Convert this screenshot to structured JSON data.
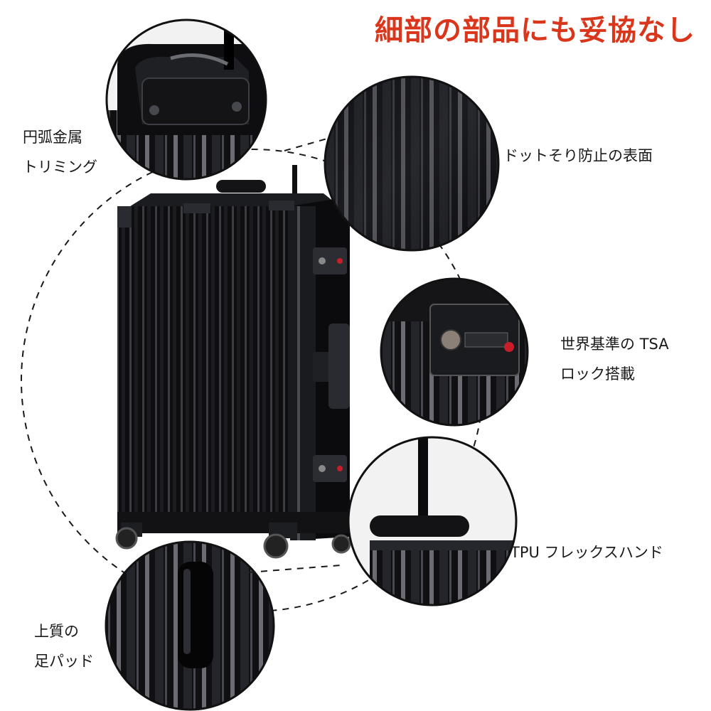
{
  "headline": "細部の部品にも妥協なし",
  "colors": {
    "headline": "#d9361b",
    "suitcase_body": "#0d0d0f",
    "suitcase_rib": "#2b2c30",
    "highlight": "#5a5c62",
    "dashed_guide": "#1a1a1a",
    "lock_red": "#c81e2a"
  },
  "callouts": {
    "corner": {
      "line1": "円弧金属",
      "line2": "トリミング",
      "icon": "metal-corner-closeup"
    },
    "surface": {
      "line1": "ドットそり防止の表面",
      "icon": "ribbed-surface-closeup"
    },
    "lock": {
      "line1": "世界基準の TSA",
      "line2": "ロック搭載",
      "icon": "tsa-lock-closeup"
    },
    "handle": {
      "line1": "TPU フレックスハンド",
      "icon": "flex-handle-closeup"
    },
    "pad": {
      "line1": "上質の",
      "line2": "足パッド",
      "icon": "foot-pad-closeup"
    }
  }
}
